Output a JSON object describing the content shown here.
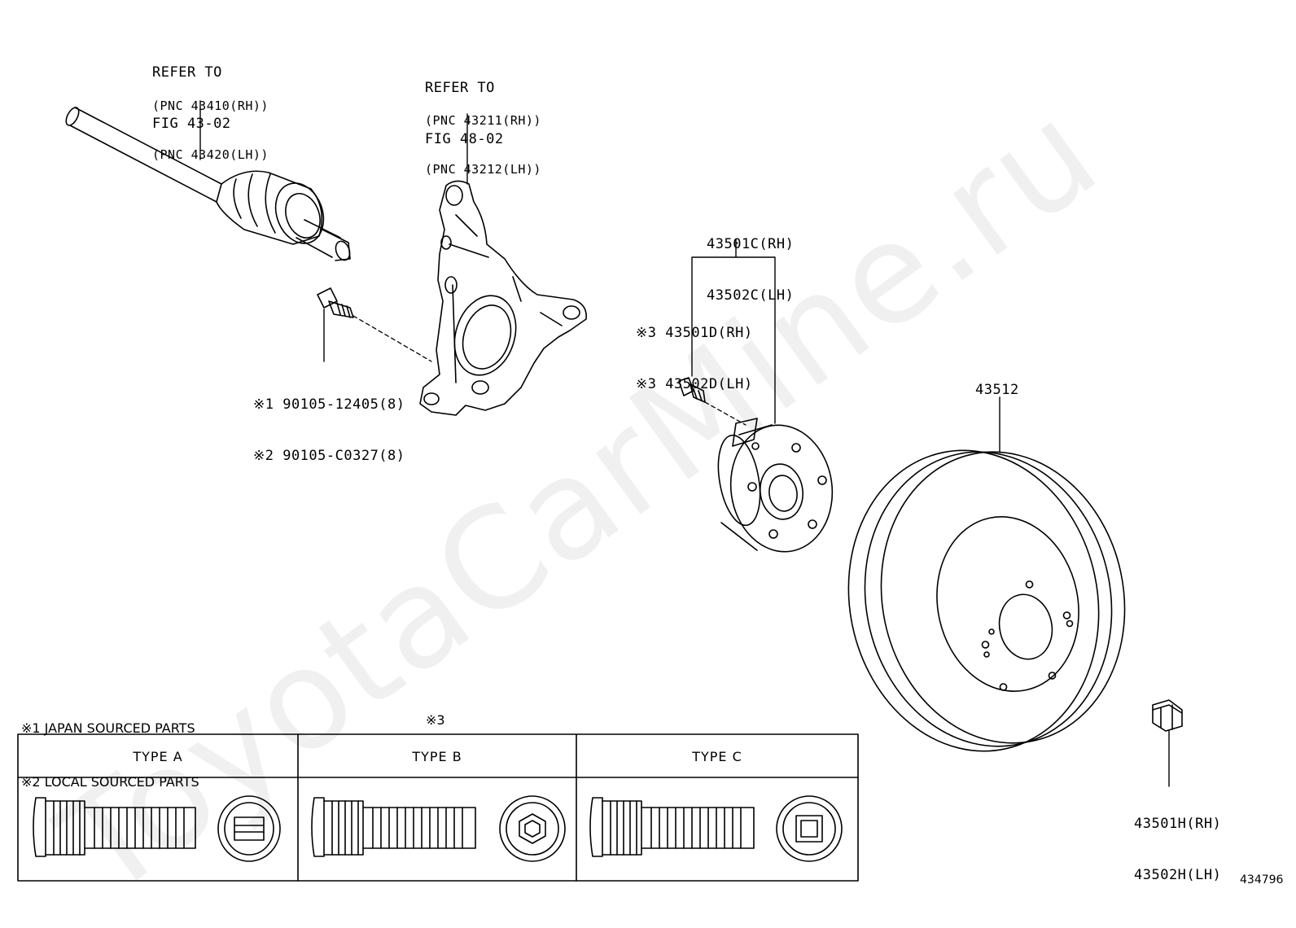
{
  "watermark": "ToyotaCarMine.ru",
  "drive_shaft": {
    "line1": "REFER TO",
    "line2": "FIG 43-02",
    "line3": "(PNC 43410(RH))",
    "line4": "(PNC 43420(LH))"
  },
  "knuckle": {
    "line1": "REFER TO",
    "line2": "FIG 48-02",
    "line3": "(PNC 43211(RH))",
    "line4": "(PNC 43212(LH))"
  },
  "bolt": {
    "line1": "※1 90105-12405(8)",
    "line2": "※2 90105-C0327(8)"
  },
  "hub": {
    "line1": "43501C(RH)",
    "line2": "43502C(LH)"
  },
  "hub_bolt": {
    "line1": "※3 43501D(RH)",
    "line2": "※3 43502D(LH)"
  },
  "disc": {
    "label": "43512"
  },
  "nut": {
    "line1": "43501H(RH)",
    "line2": "43502H(LH)"
  },
  "notes": {
    "note1": "※1 JAPAN SOURCED PARTS",
    "note2": "※2 LOCAL SOURCED PARTS"
  },
  "table": {
    "marker": "※3",
    "type_a": "TYPE A",
    "type_b": "TYPE B",
    "type_c": "TYPE C"
  },
  "figure_number": "434796"
}
